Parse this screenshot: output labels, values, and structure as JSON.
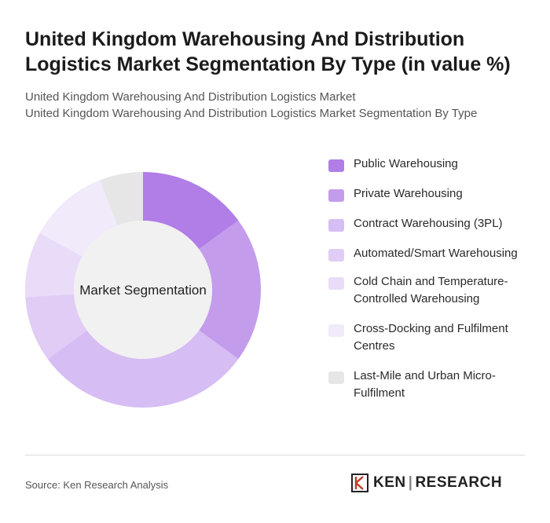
{
  "header": {
    "title": "United Kingdom Warehousing And Distribution Logistics Market Segmentation By Type (in value %)",
    "subtitle_line1": "United Kingdom Warehousing And Distribution Logistics Market",
    "subtitle_line2": "United Kingdom Warehousing And Distribution Logistics Market Segmentation By Type"
  },
  "chart_data": {
    "type": "pie",
    "variant": "donut",
    "center_label": "Market Segmentation",
    "categories": [
      "Public Warehousing",
      "Private Warehousing",
      "Contract Warehousing (3PL)",
      "Automated/Smart Warehousing",
      "Cold Chain and Temperature-Controlled Warehousing",
      "Cross-Docking and Fulfilment Centres",
      "Last-Mile and Urban Micro-Fulfilment"
    ],
    "values": [
      15,
      20,
      30,
      9,
      9,
      11,
      6
    ],
    "unit": "%",
    "colors": [
      "#b07ee6",
      "#c39cec",
      "#d6bdf3",
      "#e0ccf5",
      "#e9dcf8",
      "#f1eafb",
      "#e6e6e6"
    ],
    "legend_position": "right"
  },
  "footer": {
    "source": "Source: Ken Research Analysis",
    "brand_left": "KEN",
    "brand_right": "RESEARCH"
  }
}
